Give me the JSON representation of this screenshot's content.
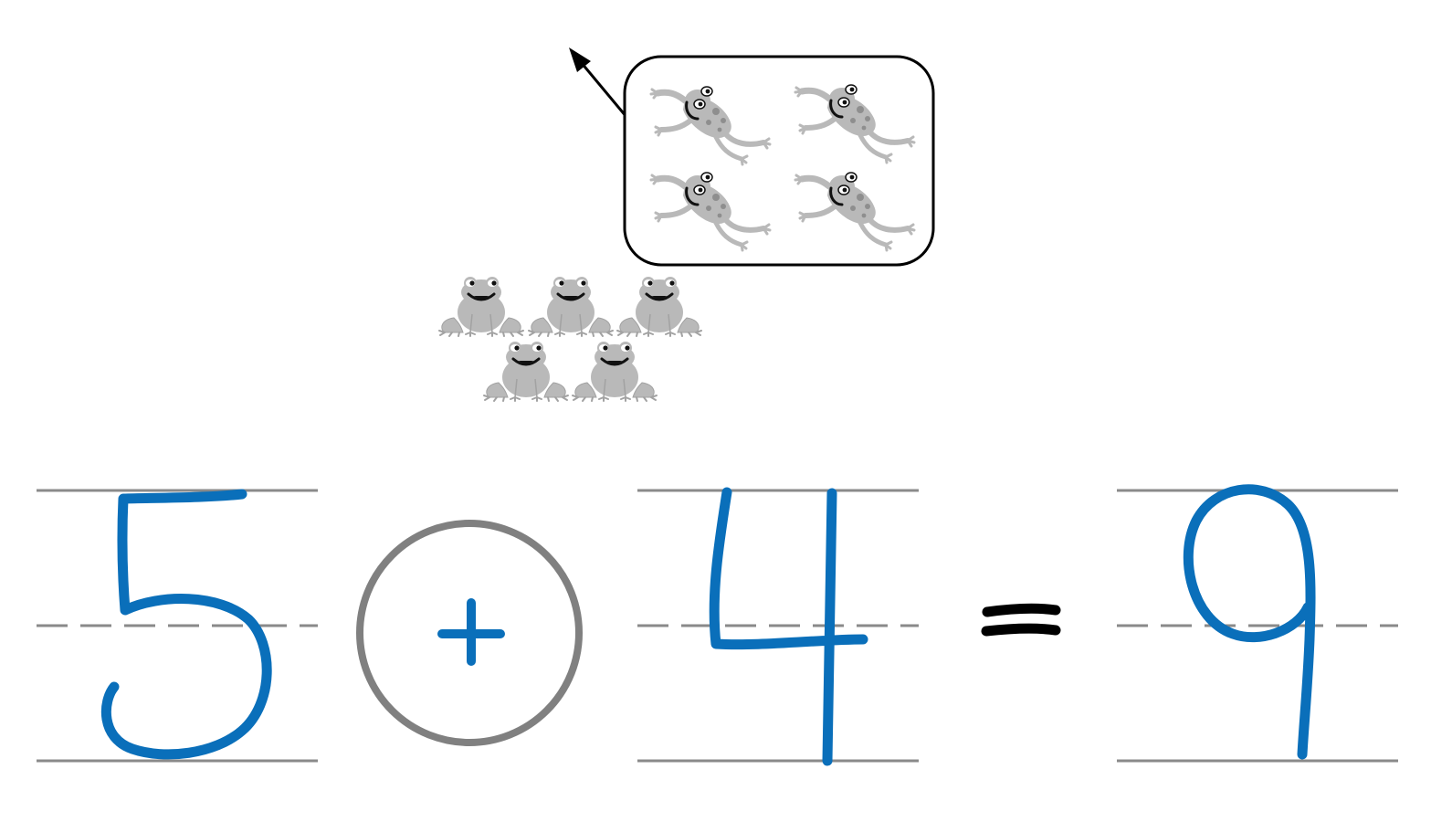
{
  "equation": {
    "addend_1": "5",
    "operator": "+",
    "addend_2": "4",
    "equals": "=",
    "sum": "9"
  },
  "groups": {
    "sitting_frogs": 5,
    "jumping_frogs": 4
  },
  "colors": {
    "handwriting": "#0a6fba",
    "equals_sign": "#000000",
    "guide_line": "#8a8a8a",
    "operator_circle": "#808080",
    "frog_fill": "#b9b9b9",
    "frog_spots": "#8e8e8e",
    "box_border": "#000000"
  },
  "icons": {
    "sitting": "sitting-frog-icon",
    "jumping": "jumping-frog-icon",
    "arrow": "arrow-up-left-icon"
  }
}
